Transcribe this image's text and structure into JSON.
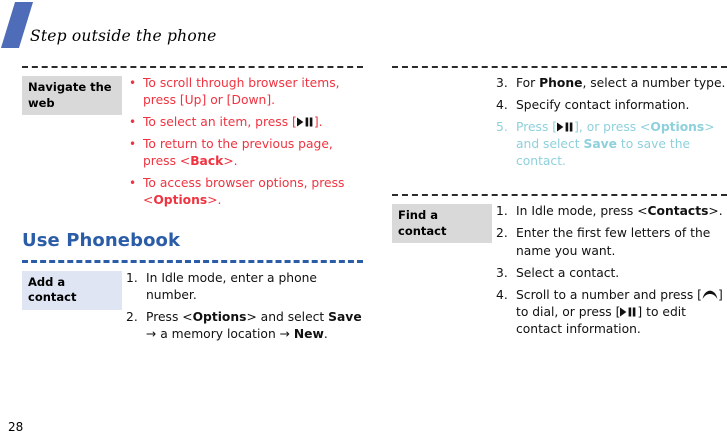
{
  "header": {
    "title": "Step outside the phone",
    "accent_color": "#4f6cb8"
  },
  "page_number": "28",
  "colors": {
    "red": "#ef3340",
    "teal": "#8ed0dc",
    "heading_blue": "#2a5ca8",
    "label_gray": "#d9d9d9",
    "label_lavender": "#dfe5f2"
  },
  "left_column": {
    "navigate_web": {
      "label": "Navigate the web",
      "label_style": "gray",
      "text_color": "red",
      "bullets": [
        {
          "marker": "•",
          "parts": [
            {
              "t": "To scroll through browser items, press [Up] or [Down]."
            }
          ]
        },
        {
          "marker": "•",
          "parts": [
            {
              "t": "To select an item, press ["
            },
            {
              "icon": "play-pause-key-icon"
            },
            {
              "t": "]."
            }
          ]
        },
        {
          "marker": "•",
          "parts": [
            {
              "t": "To return to the previous page, press <"
            },
            {
              "t": "Back",
              "bold": true
            },
            {
              "t": ">."
            }
          ]
        },
        {
          "marker": "•",
          "parts": [
            {
              "t": "To access browser options, press <"
            },
            {
              "t": "Options",
              "bold": true
            },
            {
              "t": ">."
            }
          ]
        }
      ]
    },
    "heading": "Use Phonebook",
    "add_contact": {
      "label": "Add a contact",
      "label_style": "lavender",
      "text_color": "black",
      "steps": [
        {
          "marker": "1.",
          "parts": [
            {
              "t": "In Idle mode, enter a phone number."
            }
          ]
        },
        {
          "marker": "2.",
          "parts": [
            {
              "t": "Press <"
            },
            {
              "t": "Options",
              "bold": true
            },
            {
              "t": "> and select "
            },
            {
              "t": "Save",
              "bold": true
            },
            {
              "t": " → a memory location → "
            },
            {
              "t": "New",
              "bold": true
            },
            {
              "t": "."
            }
          ]
        }
      ]
    }
  },
  "right_column": {
    "add_contact_cont": {
      "label": "",
      "label_style": "none",
      "steps": [
        {
          "marker": "3.",
          "color": "black",
          "parts": [
            {
              "t": "For "
            },
            {
              "t": "Phone",
              "bold": true
            },
            {
              "t": ", select a number type."
            }
          ]
        },
        {
          "marker": "4.",
          "color": "black",
          "parts": [
            {
              "t": "Specify contact information."
            }
          ]
        },
        {
          "marker": "5.",
          "color": "teal",
          "parts": [
            {
              "t": "Press ["
            },
            {
              "icon": "play-pause-key-icon"
            },
            {
              "t": "], or press <"
            },
            {
              "t": "Options",
              "bold": true
            },
            {
              "t": "> and select "
            },
            {
              "t": "Save",
              "bold": true
            },
            {
              "t": " to save the contact."
            }
          ]
        }
      ]
    },
    "find_contact": {
      "label": "Find a contact",
      "label_style": "gray",
      "text_color": "black",
      "steps": [
        {
          "marker": "1.",
          "parts": [
            {
              "t": "In Idle mode, press <"
            },
            {
              "t": "Contacts",
              "bold": true
            },
            {
              "t": ">."
            }
          ]
        },
        {
          "marker": "2.",
          "parts": [
            {
              "t": "Enter the first few letters of the name you want."
            }
          ]
        },
        {
          "marker": "3.",
          "parts": [
            {
              "t": "Select a contact."
            }
          ]
        },
        {
          "marker": "4.",
          "parts": [
            {
              "t": "Scroll to a number and press ["
            },
            {
              "icon": "call-key-icon"
            },
            {
              "t": "] to dial, or press ["
            },
            {
              "icon": "play-pause-key-icon"
            },
            {
              "t": "] to edit contact information."
            }
          ]
        }
      ]
    }
  }
}
